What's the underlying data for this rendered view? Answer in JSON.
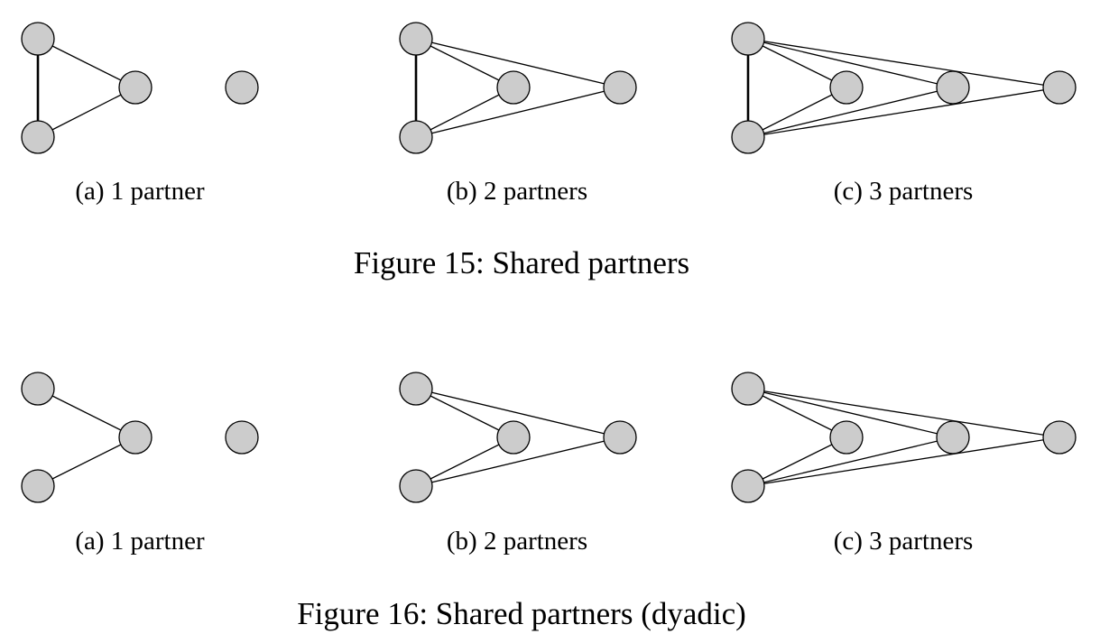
{
  "figures": [
    {
      "caption": "Figure 15: Shared partners",
      "panels": [
        {
          "label": "(a) 1 partner"
        },
        {
          "label": "(b) 2 partners"
        },
        {
          "label": "(c) 3 partners"
        }
      ]
    },
    {
      "caption": "Figure 16: Shared partners (dyadic)",
      "panels": [
        {
          "label": "(a) 1 partner"
        },
        {
          "label": "(b) 2 partners"
        },
        {
          "label": "(c) 3 partners"
        }
      ]
    }
  ]
}
